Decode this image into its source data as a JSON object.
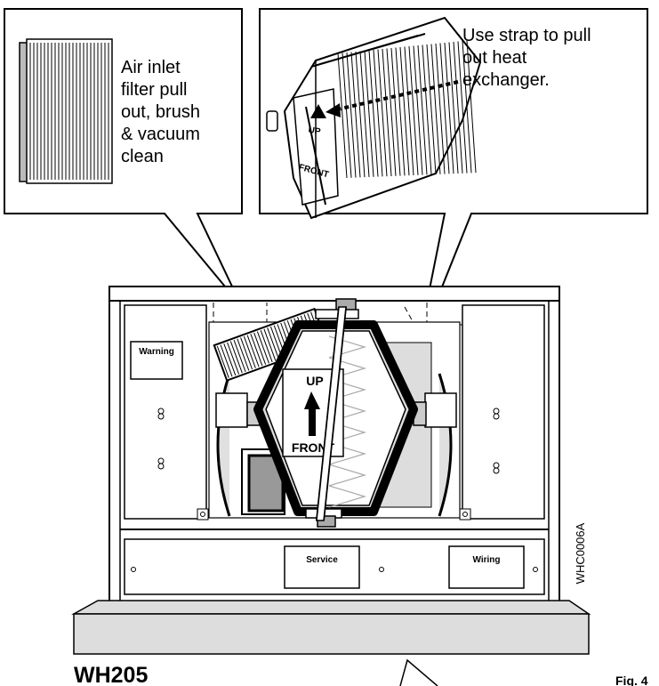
{
  "callouts": {
    "left": [
      "Air inlet",
      "filter pull",
      "out, brush",
      "& vacuum",
      "clean"
    ],
    "right": [
      "Use strap to pull",
      "out heat",
      "exchanger."
    ]
  },
  "labels": {
    "warning": "Warning",
    "service": "Service",
    "wiring": "Wiring",
    "up": "UP",
    "front": "FRONT",
    "inset_up": "UP",
    "inset_front": "FRONT",
    "drawing_code": "WHC0006A",
    "model": "WH205",
    "figure": "Fig. 4"
  }
}
